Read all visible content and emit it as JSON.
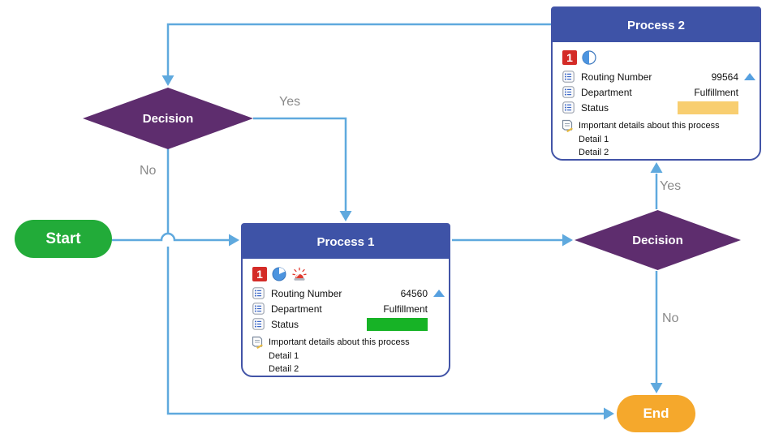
{
  "colors": {
    "connector": "#5FA9DE",
    "header_blue": "#3E53A7",
    "decision_purple": "#5E2D6E",
    "start_green": "#22AB39",
    "end_orange": "#F5A82C",
    "badge_red": "#D42B27",
    "icon_blue": "#4C94DF",
    "status_green": "#17B326",
    "status_yellow": "#F8CE70",
    "indicator_blue": "#56A0E0"
  },
  "start": {
    "label": "Start"
  },
  "end": {
    "label": "End"
  },
  "decision_left": {
    "label": "Decision",
    "yes": "Yes",
    "no": "No"
  },
  "decision_right": {
    "label": "Decision",
    "yes": "Yes",
    "no": "No"
  },
  "process1": {
    "title": "Process 1",
    "badge": "1",
    "icons": [
      "number-1-badge",
      "pie-chart",
      "alarm"
    ],
    "fields": [
      {
        "label": "Routing Number",
        "value": "64560",
        "indicator": "up-triangle"
      },
      {
        "label": "Department",
        "value": "Fulfillment"
      },
      {
        "label": "Status",
        "bar_color": "#17B326"
      }
    ],
    "note_title": "Important details about this process",
    "details": [
      "Detail 1",
      "Detail 2"
    ]
  },
  "process2": {
    "title": "Process 2",
    "badge": "1",
    "icons": [
      "number-1-badge",
      "half-circle"
    ],
    "fields": [
      {
        "label": "Routing Number",
        "value": "99564",
        "indicator": "up-triangle"
      },
      {
        "label": "Department",
        "value": "Fulfillment"
      },
      {
        "label": "Status",
        "bar_color": "#F8CE70"
      }
    ],
    "note_title": "Important details about this process",
    "details": [
      "Detail 1",
      "Detail 2"
    ]
  }
}
